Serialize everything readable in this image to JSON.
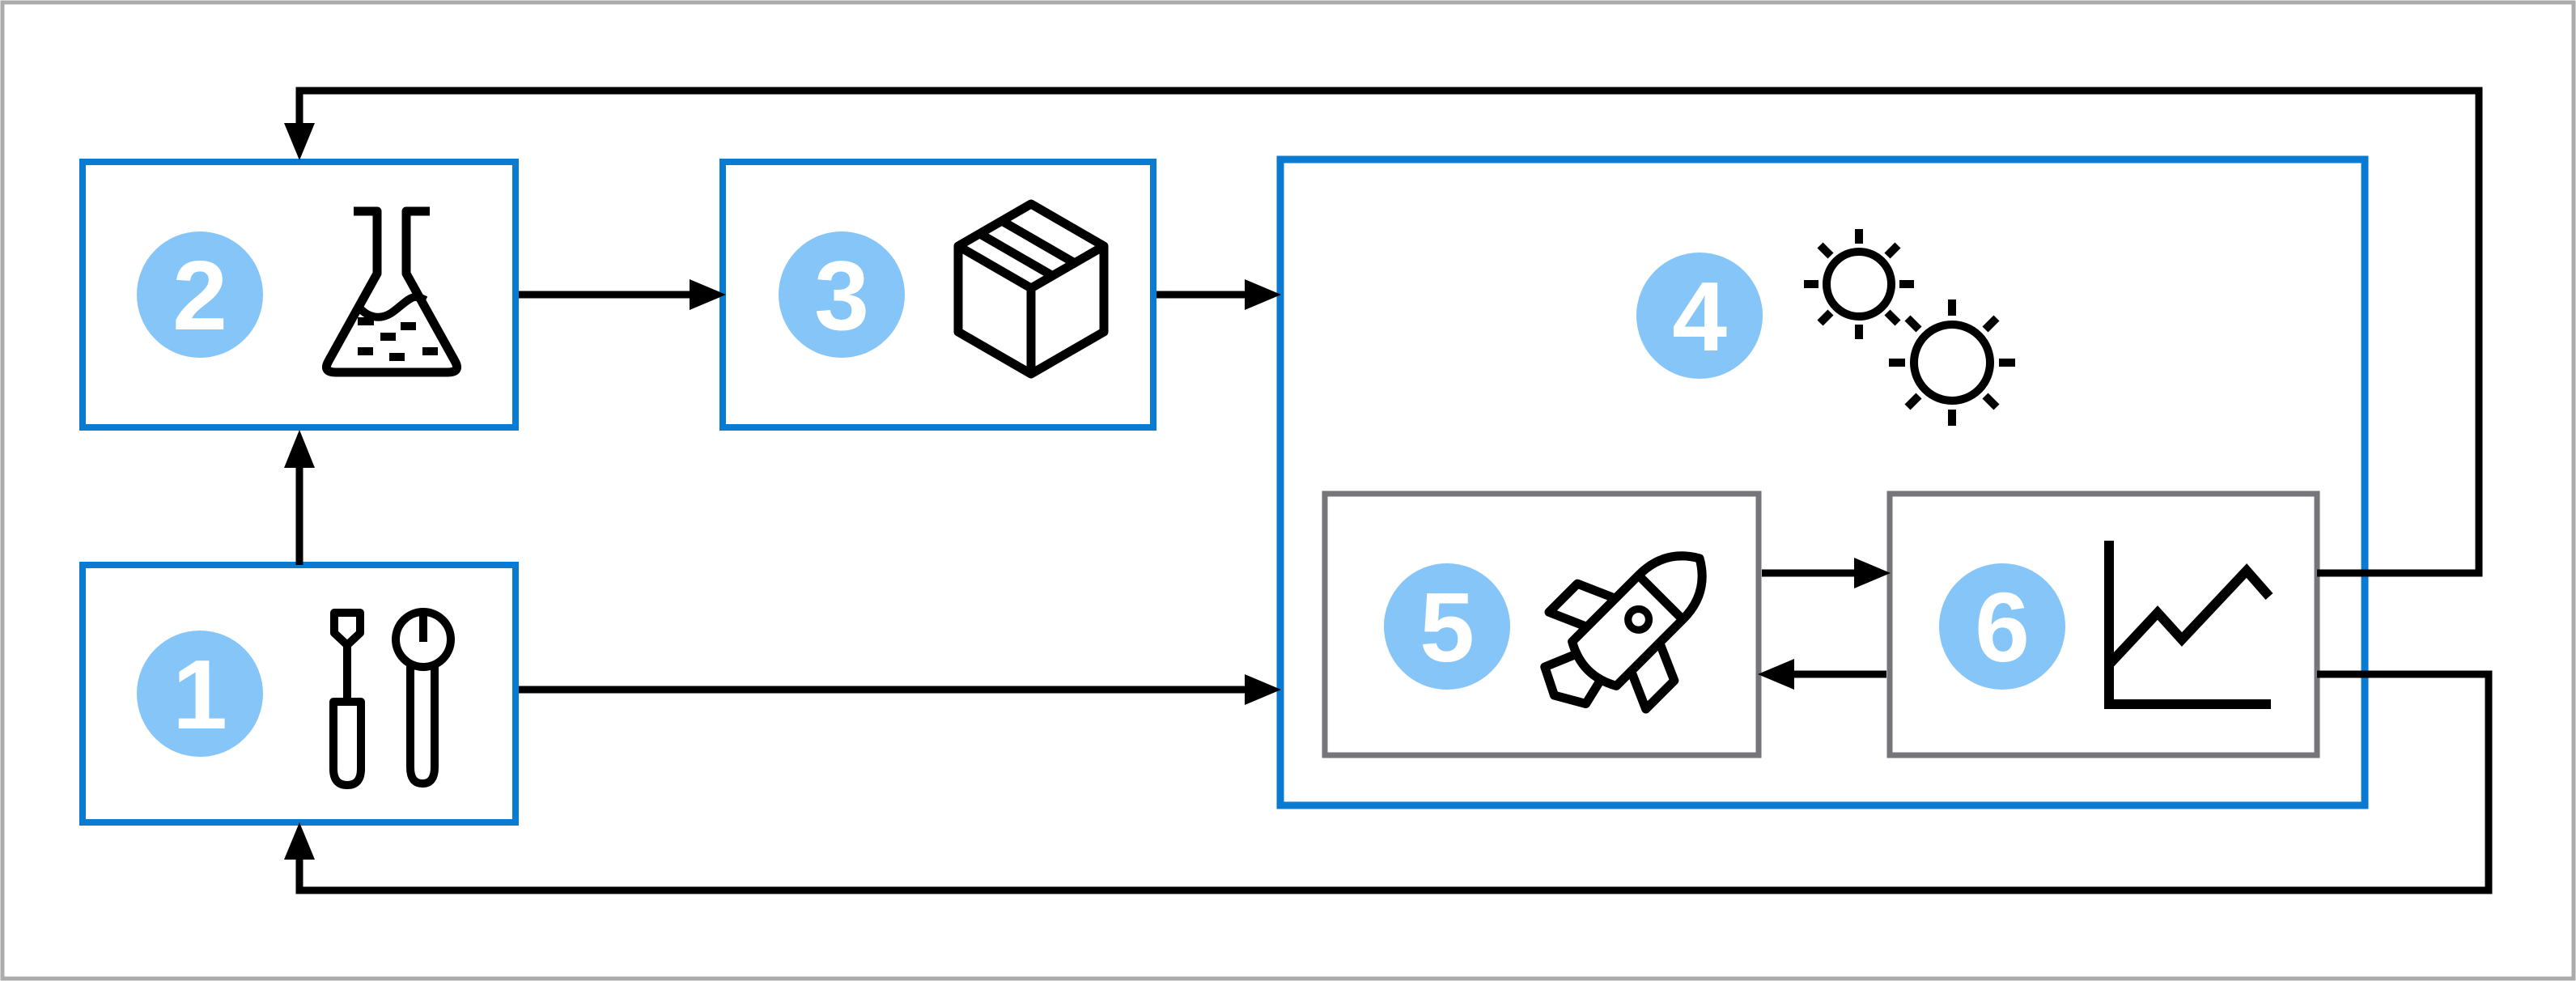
{
  "diagram": {
    "type": "numbered-process-flow",
    "colors": {
      "background": "#ffffff",
      "outer_border": "#ababab",
      "primary_box_border": "#0b7bd2",
      "inner_box_border": "#76767a",
      "badge_fill": "#86c5f8",
      "badge_text": "#ffffff",
      "connector": "#000000"
    },
    "steps": [
      {
        "number": "1",
        "icon": "tools"
      },
      {
        "number": "2",
        "icon": "flask"
      },
      {
        "number": "3",
        "icon": "package-box"
      },
      {
        "number": "4",
        "icon": "gears"
      },
      {
        "number": "5",
        "icon": "rocket"
      },
      {
        "number": "6",
        "icon": "line-chart"
      }
    ],
    "connections": [
      "1 -> 2",
      "2 -> 3",
      "3 -> 4",
      "1 -> 4",
      "5 -> 6",
      "6 -> 5",
      "6 -> 2 (top feedback loop)",
      "6 -> 1 (bottom feedback loop)"
    ]
  }
}
